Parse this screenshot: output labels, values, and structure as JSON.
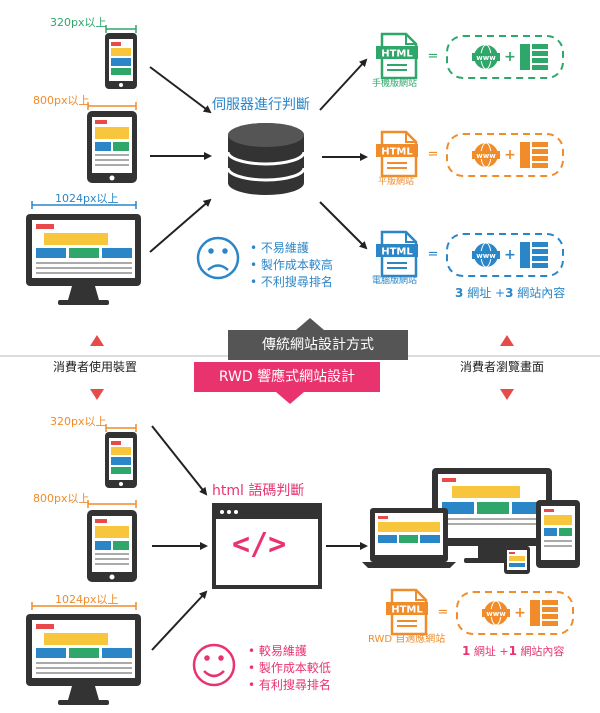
{
  "widths": {
    "phone": "320px以上",
    "tablet": "800px以上",
    "desktop": "1024px以上"
  },
  "traditional": {
    "server_label": "伺服器進行判斷",
    "outputs": [
      {
        "name": "手機版網站",
        "color": "#2fa66a"
      },
      {
        "name": "平版網站",
        "color": "#f08c2a"
      },
      {
        "name": "電腦版網站",
        "color": "#2b86c8"
      }
    ],
    "html_icon_text": "HTML",
    "cons": [
      "不易維護",
      "製作成本較高",
      "不利搜尋排名"
    ],
    "total": {
      "a": "3",
      "a_label": "網址",
      "plus": "+",
      "b": "3",
      "b_label": "網站內容"
    },
    "face": "sad"
  },
  "middle": {
    "left_label": "消費者使用裝置",
    "right_label": "消費者瀏覽畫面",
    "traditional_title": "傳統網站設計方式",
    "rwd_title": "RWD 響應式網站設計"
  },
  "rwd": {
    "judge_label": "html 語碼判斷",
    "code_glyph": "</>",
    "output": {
      "name": "RWD 自適應網站",
      "color": "#f08c2a"
    },
    "pros": [
      "較易維護",
      "製作成本較低",
      "有利搜尋排名"
    ],
    "total": {
      "a": "1",
      "a_label": "網址",
      "plus": "+",
      "b": "1",
      "b_label": "網站內容"
    },
    "face": "happy"
  },
  "www_text": "www",
  "equals": "=",
  "plus": "+",
  "colors": {
    "green": "#2fa66a",
    "orange": "#f08c2a",
    "blue": "#2b86c8",
    "pink": "#e8336f",
    "dark": "#333333",
    "yellow": "#f7c63c",
    "red": "#e84a4a",
    "gray_banner": "#555555"
  }
}
